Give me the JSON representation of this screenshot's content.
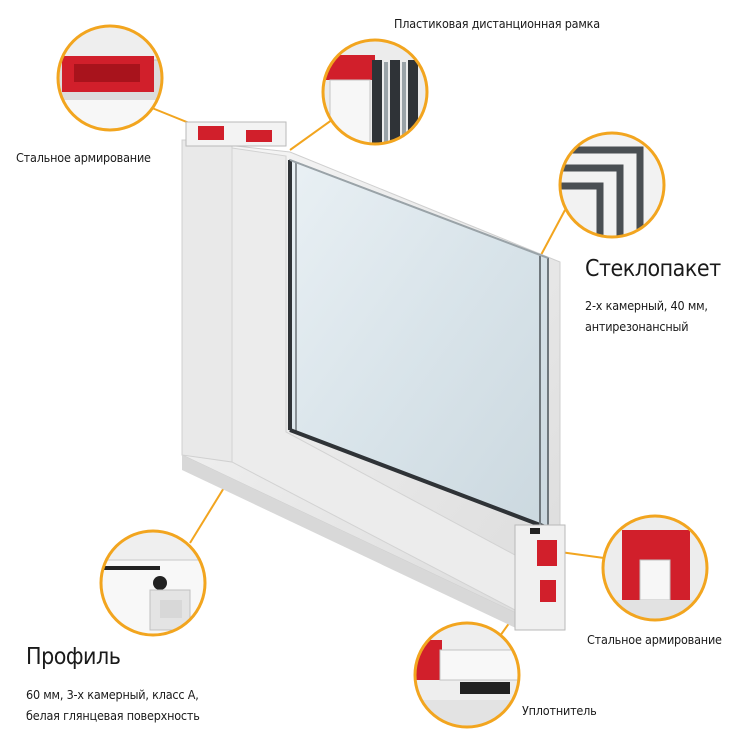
{
  "labels": {
    "spacer_frame": "Пластиковая дистанционная рамка",
    "steel_reinforcement_top": "Стальное армирование",
    "glass_unit_title": "Стеклопакет",
    "glass_unit_desc_line1": "2-х камерный, 40 мм,",
    "glass_unit_desc_line2": "антирезонансный",
    "steel_reinforcement_bottom": "Стальное армирование",
    "seal": "Уплотнитель",
    "profile_title": "Профиль",
    "profile_desc_line1": "60 мм, 3-х камерный, класс А,",
    "profile_desc_line2": "белая глянцевая поверхность"
  },
  "colors": {
    "callout_ring": "#f2a51f",
    "leader_line": "#f2a51f",
    "reinforcement": "#d11f2b",
    "pvc_white": "#f1f1f1",
    "glass": "#dbe6ec",
    "seal_black": "#222222"
  }
}
